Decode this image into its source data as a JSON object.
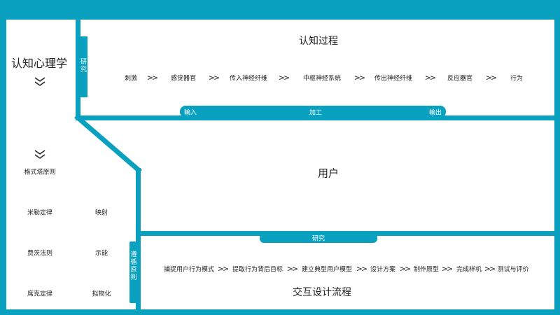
{
  "left_panel": {
    "title": "认知心理学",
    "principles": [
      {
        "left": "格式塔原则",
        "right": ""
      },
      {
        "left": "米勒定律",
        "right": "映射"
      },
      {
        "left": "费茨法则",
        "right": "示能"
      },
      {
        "left": "席克定律",
        "right": "拟物化"
      }
    ]
  },
  "cognition": {
    "title": "认知过程",
    "side_label": "研\n究",
    "steps": [
      "刺激",
      "感觉器官",
      "传入神经纤维",
      "中枢神经系统",
      "传出神经纤维",
      "反应器官",
      "行为"
    ],
    "bar_labels": {
      "input": "输入",
      "process": "加工",
      "output": "输出"
    }
  },
  "user": {
    "title": "用户"
  },
  "interaction": {
    "title": "交互设计流程",
    "top_label": "研究",
    "side_label": "遵\n循\n原\n则",
    "steps": [
      "捕捉用户行为模式",
      "提取行为背后目标",
      "建立典型用户模型",
      "设计方案",
      "制作原型",
      "完成样机",
      "测试与评价"
    ]
  },
  "colors": {
    "frame": "#0aa1c0",
    "background": "#ffffff",
    "text": "#222222"
  },
  "icons": {
    "chevron": "double-chevron-down-icon",
    "separator": "double-chevron-right-icon"
  }
}
